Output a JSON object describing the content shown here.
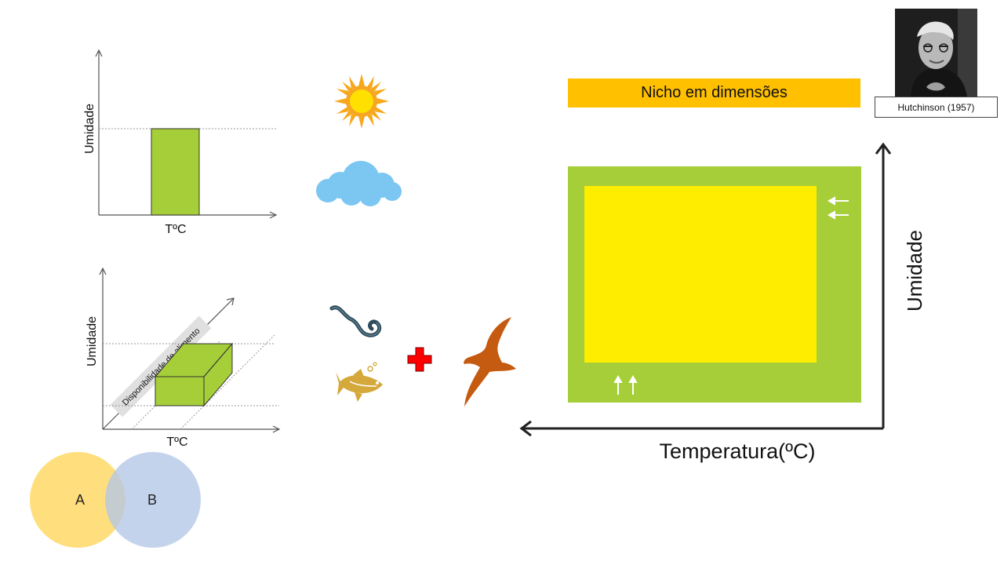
{
  "niche_title": "Nicho em dimensões",
  "portrait": {
    "caption": "Hutchinson (1957)"
  },
  "main_diagram": {
    "x_axis_label": "Temperatura(ºC)",
    "y_axis_label": "Umidade"
  },
  "chart_1d": {
    "x_axis_label": "TºC",
    "y_axis_label": "Umidade"
  },
  "chart_3d": {
    "x_axis_label": "TºC",
    "y_axis_label": "Umidade",
    "z_axis_label": "Disponibilidade de alimento"
  },
  "venn": {
    "set_a": "A",
    "set_b": "B"
  },
  "colors": {
    "title_bar": "#FFC000",
    "green": "#A5CE39",
    "yellow": "#FFED00",
    "venn_a": "#FFD966",
    "venn_b": "#B4C7E7",
    "cloud": "#7CC6F2",
    "bird": "#C55A11",
    "fish": "#D4A83A",
    "eel": "#2F4A5A",
    "plus": "#FF0000"
  }
}
